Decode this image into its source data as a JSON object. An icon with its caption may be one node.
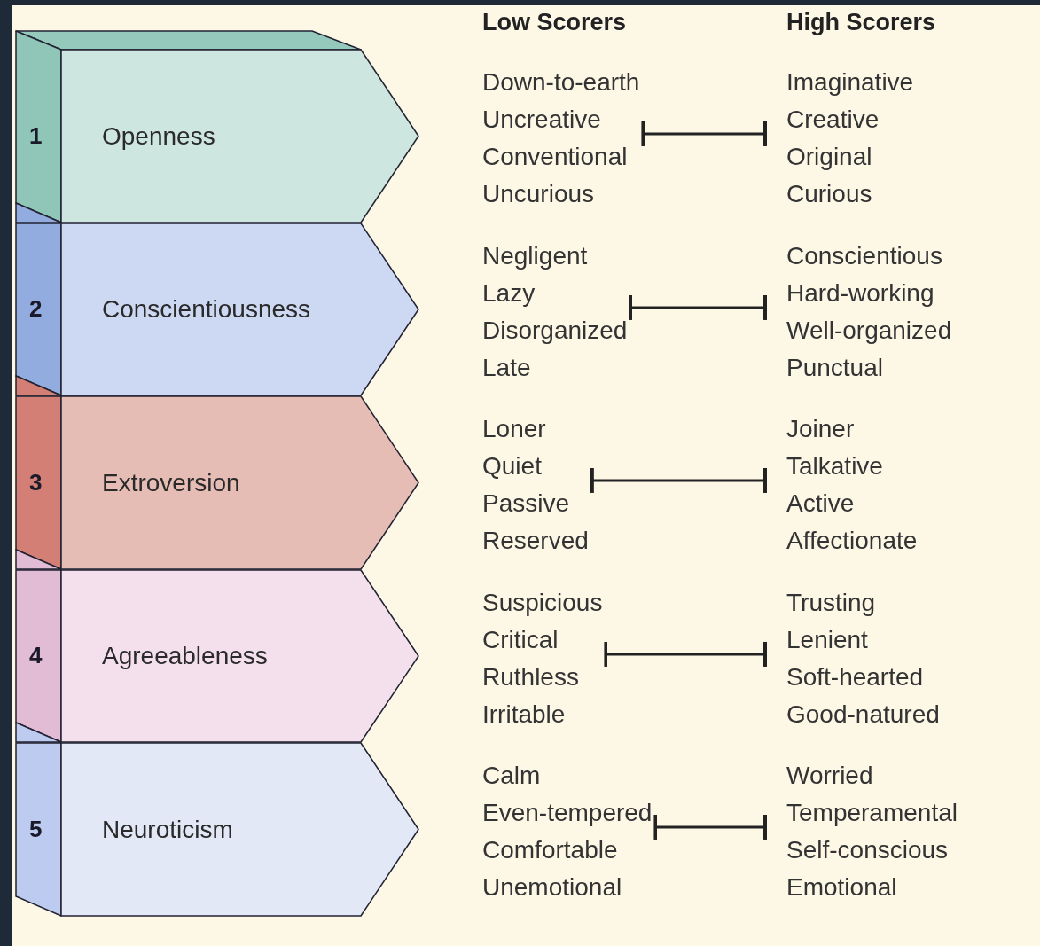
{
  "diagram": {
    "nodes": [
      {
        "text": [
          "1",
          "Openness"
        ]
      },
      {
        "text": [
          "Down-to-earth",
          "Uncreative",
          "Conventional",
          "Uncurious"
        ]
      },
      {
        "text": [
          "Imaginative",
          "Creative",
          "Original",
          "Curious"
        ]
      },
      {
        "text": [
          "2",
          "Conscientiousness"
        ]
      },
      {
        "text": [
          "Negligent",
          "Lazy",
          "Disorganized",
          "Late"
        ]
      },
      {
        "text": [
          "Conscientious",
          "Hard-working",
          "Well-organized",
          "Punctual"
        ]
      },
      {
        "text": [
          "3",
          "Extroversion"
        ]
      },
      {
        "text": [
          "Loner",
          "Quiet",
          "Passive",
          "Reserved"
        ]
      },
      {
        "text": [
          "Joiner",
          "Talkative",
          "Active",
          "Affectionate"
        ]
      },
      {
        "text": [
          "4",
          "Agreeableness"
        ]
      },
      {
        "text": [
          "Suspicious",
          "Critical",
          "Ruthless",
          "Irritable"
        ]
      },
      {
        "text": [
          "Trusting",
          "Lenient",
          "Soft-hearted",
          "Good-natured"
        ]
      },
      {
        "text": [
          "5",
          "Neuroticism"
        ]
      },
      {
        "text": [
          "Calm",
          "Even-tempered",
          "Comfortable",
          "Unemotional"
        ]
      },
      {
        "text": [
          "Worried",
          "Temperamental",
          "Self-conscious",
          "Emotional"
        ]
      }
    ],
    "edges": [
      {
        "from": 1,
        "to": 2,
        "arrow": "other"
      },
      {
        "from": 4,
        "to": 5,
        "arrow": "other"
      },
      {
        "from": 7,
        "to": 8,
        "arrow": "other"
      },
      {
        "from": 10,
        "to": 11,
        "arrow": "other"
      },
      {
        "from": 13,
        "to": 14,
        "arrow": "other"
      }
    ],
    "labels": [
      "Low Scorers",
      "High Scorers"
    ]
  }
}
